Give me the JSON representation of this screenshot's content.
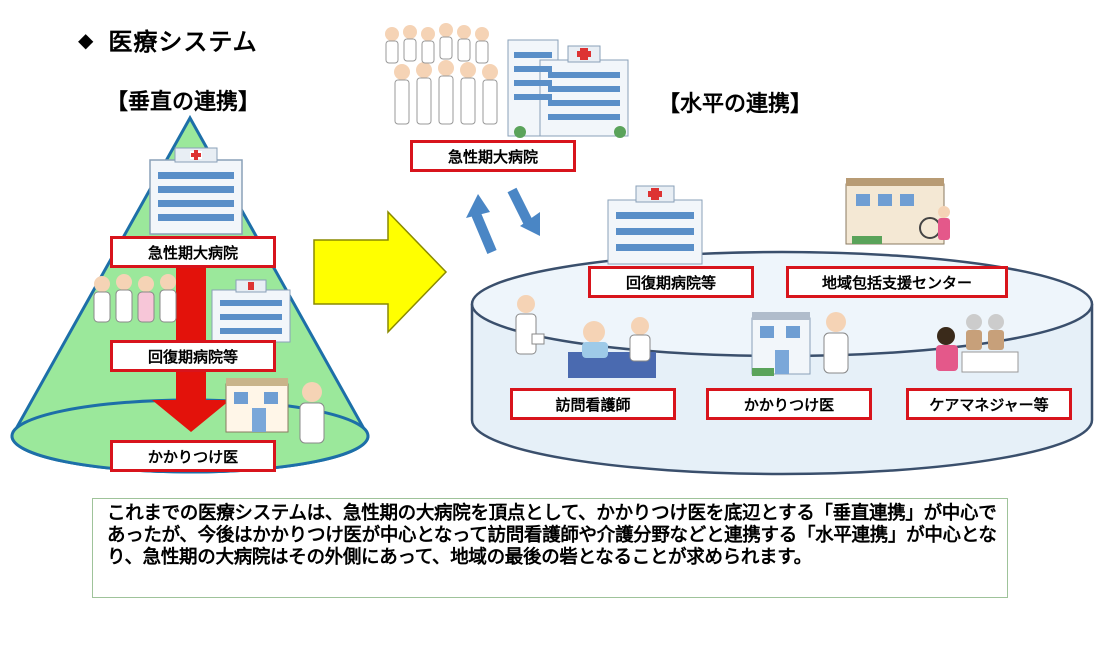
{
  "title": {
    "bullet": "◆",
    "text": "医療システム"
  },
  "vertical": {
    "heading": "【垂直の連携】",
    "boxes": [
      "急性期大病院",
      "回復期病院等",
      "かかりつけ医"
    ]
  },
  "horizontal": {
    "heading": "【水平の連携】",
    "top_box": "急性期大病院",
    "boxes": [
      "回復期病院等",
      "地域包括支援センター",
      "訪問看護師",
      "かかりつけ医",
      "ケアマネジャー等"
    ]
  },
  "note": "これまでの医療システムは、急性期の大病院を頂点として、かかりつけ医を底辺とする「垂直連携」が中心であったが、今後はかかりつけ医が中心となって訪問看護師や介護分野などと連携する「水平連携」が中心となり、急性期の大病院はその外側にあって、地域の最後の砦となることが求められます。",
  "colors": {
    "box_border": "#d8141c",
    "cone_fill": "#9be89b",
    "cylinder_fill": "#e6f0f8",
    "cylinder_stroke": "#3a4f6c",
    "big_arrow": "#ffff00",
    "down_arrow": "#e3120b",
    "exchange_arrow": "#4a86c5"
  }
}
